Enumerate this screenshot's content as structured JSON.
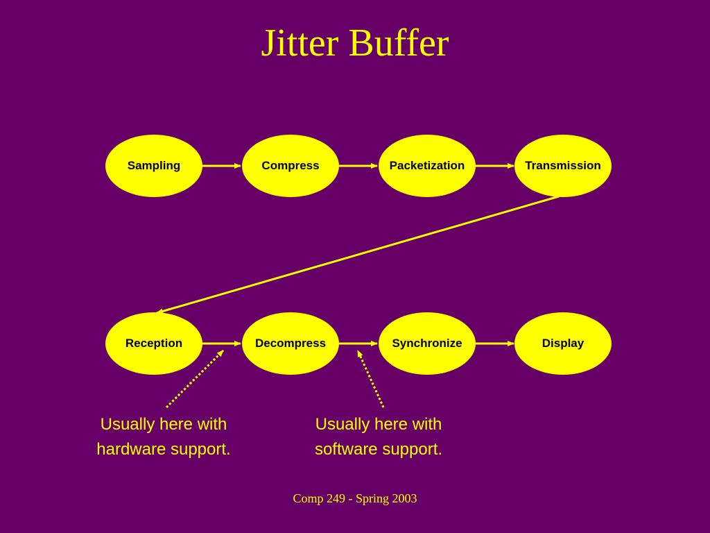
{
  "slide": {
    "title": "Jitter Buffer",
    "footer": "Comp 249 - Spring 2003",
    "colors": {
      "background": "#660066",
      "accent": "#ffff00",
      "node_text": "#000000"
    }
  },
  "pipeline": {
    "top_row": [
      "Sampling",
      "Compress",
      "Packetization",
      "Transmission"
    ],
    "bottom_row": [
      "Reception",
      "Decompress",
      "Synchronize",
      "Display"
    ]
  },
  "annotations": {
    "hardware": {
      "line1": "Usually here with",
      "line2": "hardware support."
    },
    "software": {
      "line1": "Usually here with",
      "line2": "software support."
    }
  }
}
